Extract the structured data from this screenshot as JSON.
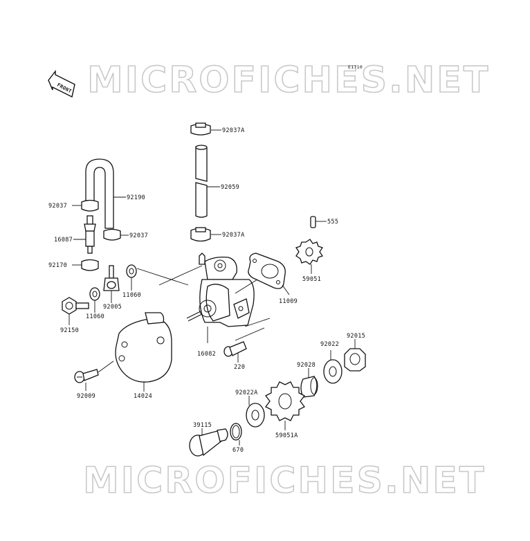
{
  "diagram_code": "E1710",
  "watermark_top": "MICROFICHES.NET",
  "watermark_bottom": "MICROFICHES.NET",
  "front_arrow_text": "FRONT",
  "labels": {
    "p92037A_top": "92037A",
    "p92059": "92059",
    "p92037A_mid": "92037A",
    "p92190": "92190",
    "p92037_left": "92037",
    "p16087": "16087",
    "p92037_right": "92037",
    "p92170": "92170",
    "p11060_a": "11060",
    "p92005": "92005",
    "p11060_b": "11060",
    "p92150": "92150",
    "p555": "555",
    "p59051": "59051",
    "p11009": "11009",
    "p16082": "16082",
    "p220": "220",
    "p92009": "92009",
    "p14024": "14024",
    "p92022": "92022",
    "p92015": "92015",
    "p92028": "92028",
    "p92022A": "92022A",
    "p39115": "39115",
    "p670": "670",
    "p59051A": "59051A"
  }
}
